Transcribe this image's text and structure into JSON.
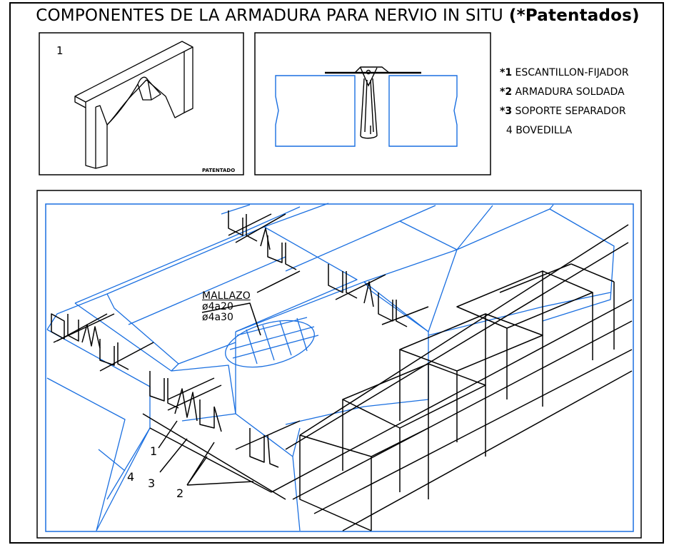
{
  "title": {
    "main": "COMPONENTES DE LA ARMADURA PARA NERVIO IN SITU",
    "note": "(*Patentados)"
  },
  "panel1": {
    "number": "1",
    "stamp": "PATENTADO"
  },
  "legend": [
    {
      "marker": "*1",
      "text": "ESCANTILLON-FIJADOR"
    },
    {
      "marker": "*2",
      "text": "ARMADURA SOLDADA"
    },
    {
      "marker": "*3",
      "text": "SOPORTE SEPARADOR"
    },
    {
      "marker": "4",
      "text": "BOVEDILLA"
    }
  ],
  "main_drawing": {
    "mallazo_title": "MALLAZO",
    "mallazo_spec_1": "ø4a20",
    "mallazo_spec_2": "ø4a30",
    "callouts": [
      "1",
      "2",
      "3",
      "4"
    ]
  },
  "colors": {
    "line": "#000000",
    "blue": "#1a6fe0",
    "background": "#ffffff"
  }
}
